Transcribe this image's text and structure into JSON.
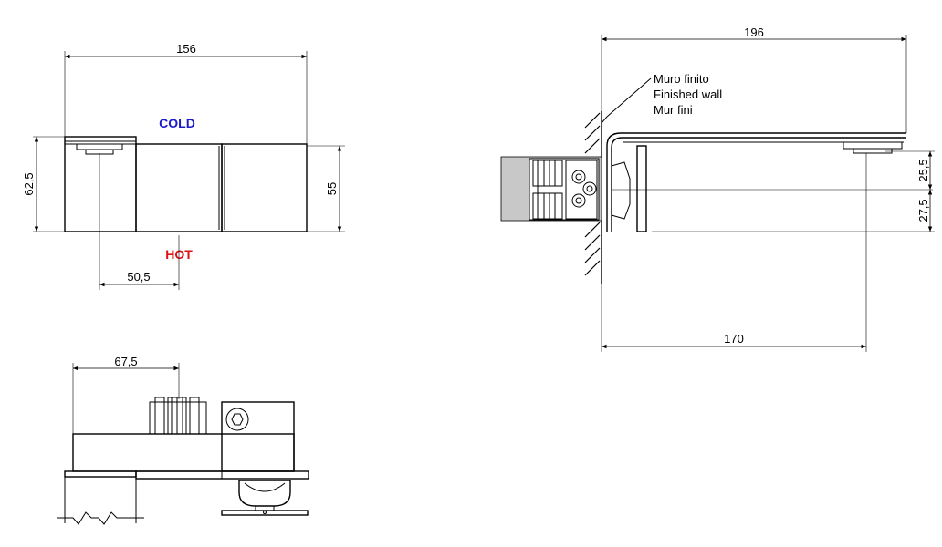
{
  "front_view": {
    "width_dim": "156",
    "height_left_dim": "62,5",
    "height_right_dim": "55",
    "offset_dim": "50,5",
    "cold_label": "COLD",
    "hot_label": "HOT"
  },
  "side_view": {
    "length_top_dim": "196",
    "length_bottom_dim": "170",
    "height_dim_upper": "25,5",
    "height_dim_lower": "27,5",
    "wall_label_it": "Muro finito",
    "wall_label_en": "Finished wall",
    "wall_label_fr": "Mur fini"
  },
  "top_view": {
    "offset_dim": "67,5"
  },
  "colors": {
    "cold": "#1a1acc",
    "hot": "#dd1111",
    "body_shade": "#c8c8c8"
  }
}
